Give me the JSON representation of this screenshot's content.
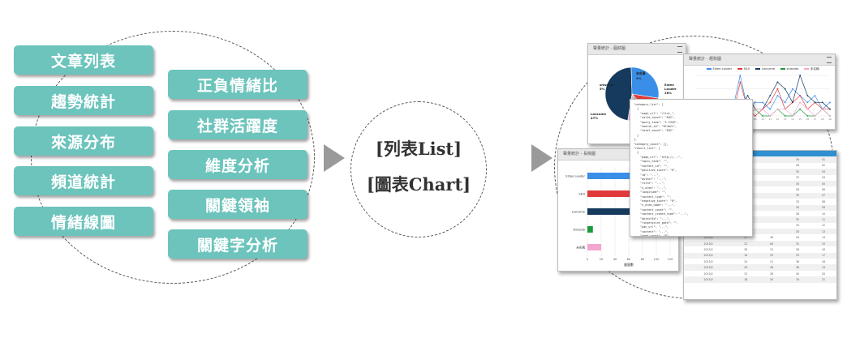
{
  "left_items": [
    "文章列表",
    "趨勢統計",
    "來源分布",
    "頻道統計",
    "情緒線圖",
    "正負情緒比",
    "社群活躍度",
    "維度分析",
    "關鍵領袖",
    "關鍵字分析"
  ],
  "center": {
    "line1": "[列表List]",
    "line2": "[圖表Chart]"
  },
  "pie_panel": {
    "title": "聲量統計 - 圓餅圖",
    "labels": [
      {
        "name": "未名稱",
        "pct": "9%"
      },
      {
        "name": "shiseido",
        "pct": "5%"
      },
      {
        "name": "Estee Lauder",
        "pct": "28%"
      },
      {
        "name": "Lancome",
        "pct": "47%"
      }
    ]
  },
  "line_panel": {
    "title": "聲量統計 - 趨勢圖",
    "legend": [
      "Estee Lauder",
      "SK-II",
      "Lancome",
      "shiseido",
      "未名稱"
    ]
  },
  "bar_panel": {
    "title": "聲量統計 - 長條圖",
    "xlabel": "聲量數"
  },
  "colors": {
    "pill": "#6cc4bc",
    "estee": "#3a8ee8",
    "skii": "#e03a3a",
    "lancome": "#163a5e",
    "shiseido": "#1c9a3a",
    "unnamed": "#f3a6d0",
    "table_head": "#2f8fd1"
  },
  "chart_data": [
    {
      "type": "pie",
      "categories": [
        "Lancome",
        "Estee Lauder",
        "SK-II",
        "shiseido",
        "未名稱"
      ],
      "values": [
        47,
        28,
        11,
        5,
        9
      ]
    },
    {
      "type": "bar",
      "categories": [
        "Estee Lauder",
        "SK-II",
        "Lancome",
        "shiseido",
        "未名稱"
      ],
      "values": [
        70,
        70,
        75,
        8,
        20
      ],
      "xlabel": "聲量數",
      "xlim": [
        0,
        120
      ],
      "xticks": [
        "0",
        "20",
        "40",
        "60",
        "80",
        "100",
        "120"
      ]
    },
    {
      "type": "line",
      "x": [
        "01",
        "02",
        "03",
        "04",
        "05",
        "06",
        "07",
        "08",
        "09",
        "10",
        "11",
        "12",
        "13",
        "14",
        "15",
        "16",
        "17",
        "18",
        "19"
      ],
      "series": [
        {
          "name": "Estee Lauder",
          "values": [
            1,
            2,
            1,
            1,
            2,
            1,
            6,
            1,
            2,
            2,
            1,
            3,
            2,
            4,
            3,
            2,
            3,
            1,
            2
          ]
        },
        {
          "name": "SK-II",
          "values": [
            0,
            1,
            0,
            1,
            0,
            0,
            5,
            1,
            0,
            1,
            2,
            4,
            1,
            2,
            3,
            1,
            2,
            1,
            1
          ]
        },
        {
          "name": "Lancome",
          "values": [
            2,
            1,
            1,
            2,
            1,
            2,
            1,
            3,
            1,
            1,
            3,
            5,
            4,
            2,
            6,
            3,
            2,
            2,
            1
          ]
        },
        {
          "name": "shiseido",
          "values": [
            0,
            0,
            1,
            0,
            0,
            1,
            0,
            0,
            1,
            0,
            0,
            1,
            0,
            0,
            1,
            0,
            0,
            1,
            0
          ]
        },
        {
          "name": "未名稱",
          "values": [
            1,
            0,
            0,
            1,
            1,
            0,
            2,
            0,
            1,
            1,
            0,
            1,
            1,
            0,
            2,
            1,
            0,
            1,
            0
          ]
        }
      ]
    }
  ],
  "json_lines": [
    "\"category_list\": [",
    "  {",
    "    \"page_url\": \"/list_\",",
    "    \"valid_count\": \"842\",",
    "    \"query_time\": \"1.2345\",",
    "    \"search_id\": \"6f4a2c\",",
    "    \"total_count\": \"842\"",
    "  }",
    "],",
    "\"category_count\": [],",
    "\"result_list\": [",
    "  {",
    "    \"page_url\": \"http://...\",",
    "    \"topic_hide\": \"\",",
    "    \"content_id\": \"\",",
    "    \"positive_score\": \"0\",",
    "    \"id\": \"...\",",
    "    \"author\": \"...\",",
    "    \"title\": \"...\",",
    "    \"s_area\": \"...\",",
    "    \"longitude\": \"\",",
    "    \"content_type\": \"\",",
    "    \"negative_score\": \"0\",",
    "    \"s_area_name\": \"...\",",
    "    \"content_count\": \"\",",
    "    \"content_create_time\": \"...\",",
    "    \"objectId\": \"...\",",
    "    \"fingerprint_gate\": \"\",",
    "    \"pan_url\": \"...\",",
    "    \"content\": \"...\",",
    "    \"seed_count\": \"0\",",
    "    \"s_area_id\": \"...\",",
    "    \"post_time\": \"...\",",
    "    \"fingerprint_s\": \"\",",
    "    \"tag_list_s\": [],",
    "    \"tag_rel_1\": \"\",",
    "    \"tag_rel_2\": \"\",",
    "    \"tag_rel_3\": \"\",",
    "    \"reply_count\": \"0\",",
    "    \"post_time\": \"...\",",
    "    \"p_type\": \"...\""
  ],
  "table_rows": [
    [
      "",
      "",
      "",
      "30",
      "01"
    ],
    [
      "",
      "",
      "",
      "28",
      "02"
    ],
    [
      "",
      "",
      "",
      "35",
      "03"
    ],
    [
      "",
      "",
      "",
      "33",
      "04"
    ],
    [
      "",
      "",
      "",
      "30",
      "05"
    ],
    [
      "",
      "",
      "",
      "28",
      "06"
    ],
    [
      "",
      "",
      "",
      "35",
      "07"
    ],
    [
      "",
      "",
      "",
      "33",
      "08"
    ],
    [
      "",
      "",
      "",
      "30",
      "09"
    ],
    [
      "",
      "",
      "",
      "28",
      "10"
    ],
    [
      "",
      "",
      "",
      "35",
      "11"
    ],
    [
      "",
      "",
      "",
      "33",
      "12"
    ],
    [
      "",
      "",
      "",
      "30",
      "13"
    ],
    [
      "2015/2",
      "27",
      "49",
      "29",
      "14"
    ],
    [
      "2015/2",
      "22",
      "64",
      "31",
      "15"
    ],
    [
      "2015/2",
      "28",
      "31",
      "36",
      "16"
    ],
    [
      "2015/2",
      "19",
      "25",
      "33",
      "17"
    ],
    [
      "2015/2",
      "24",
      "21",
      "38",
      "18"
    ],
    [
      "2015/2",
      "29",
      "26",
      "36",
      "19"
    ],
    [
      "2015/2",
      "23",
      "28",
      "40",
      "20"
    ],
    [
      "2015/2",
      "18",
      "20",
      "34",
      "21"
    ]
  ]
}
